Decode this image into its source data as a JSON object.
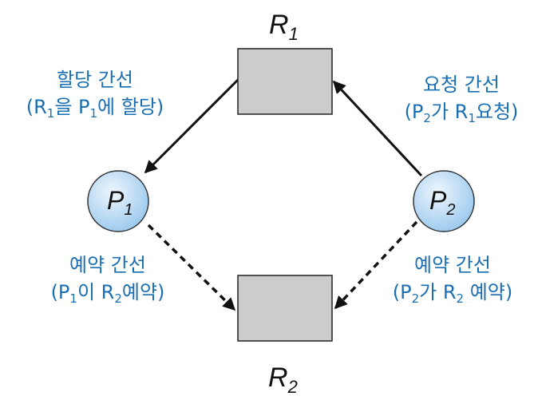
{
  "nodes": {
    "r1": {
      "label": "R",
      "sub": "1"
    },
    "r2": {
      "label": "R",
      "sub": "2"
    },
    "p1": {
      "label": "P",
      "sub": "1"
    },
    "p2": {
      "label": "P",
      "sub": "2"
    }
  },
  "annotations": {
    "assign": {
      "title": "할당 간선",
      "open": "(R",
      "sub1": "1",
      "mid": "을 P",
      "sub2": "1",
      "rest": "에 할당)"
    },
    "request": {
      "title": "요청 간선",
      "open": "(P",
      "sub1": "2",
      "mid": "가 R",
      "sub2": "1",
      "rest": "요청)"
    },
    "claim_p1": {
      "title": "예약 간선",
      "open": "(P",
      "sub1": "1",
      "mid": "이 R",
      "sub2": "2",
      "rest": "예약)"
    },
    "claim_p2": {
      "title": "예약 간선",
      "open": "(P",
      "sub1": "2",
      "mid": "가 R",
      "sub2": "2",
      "rest": " 예약)"
    }
  },
  "colors": {
    "annotation_text": "#1a6fb3",
    "resource_fill": "#cccccc",
    "process_fill_light": "#eef6fd",
    "process_fill_dark": "#9fcbee",
    "edge": "#111111"
  }
}
